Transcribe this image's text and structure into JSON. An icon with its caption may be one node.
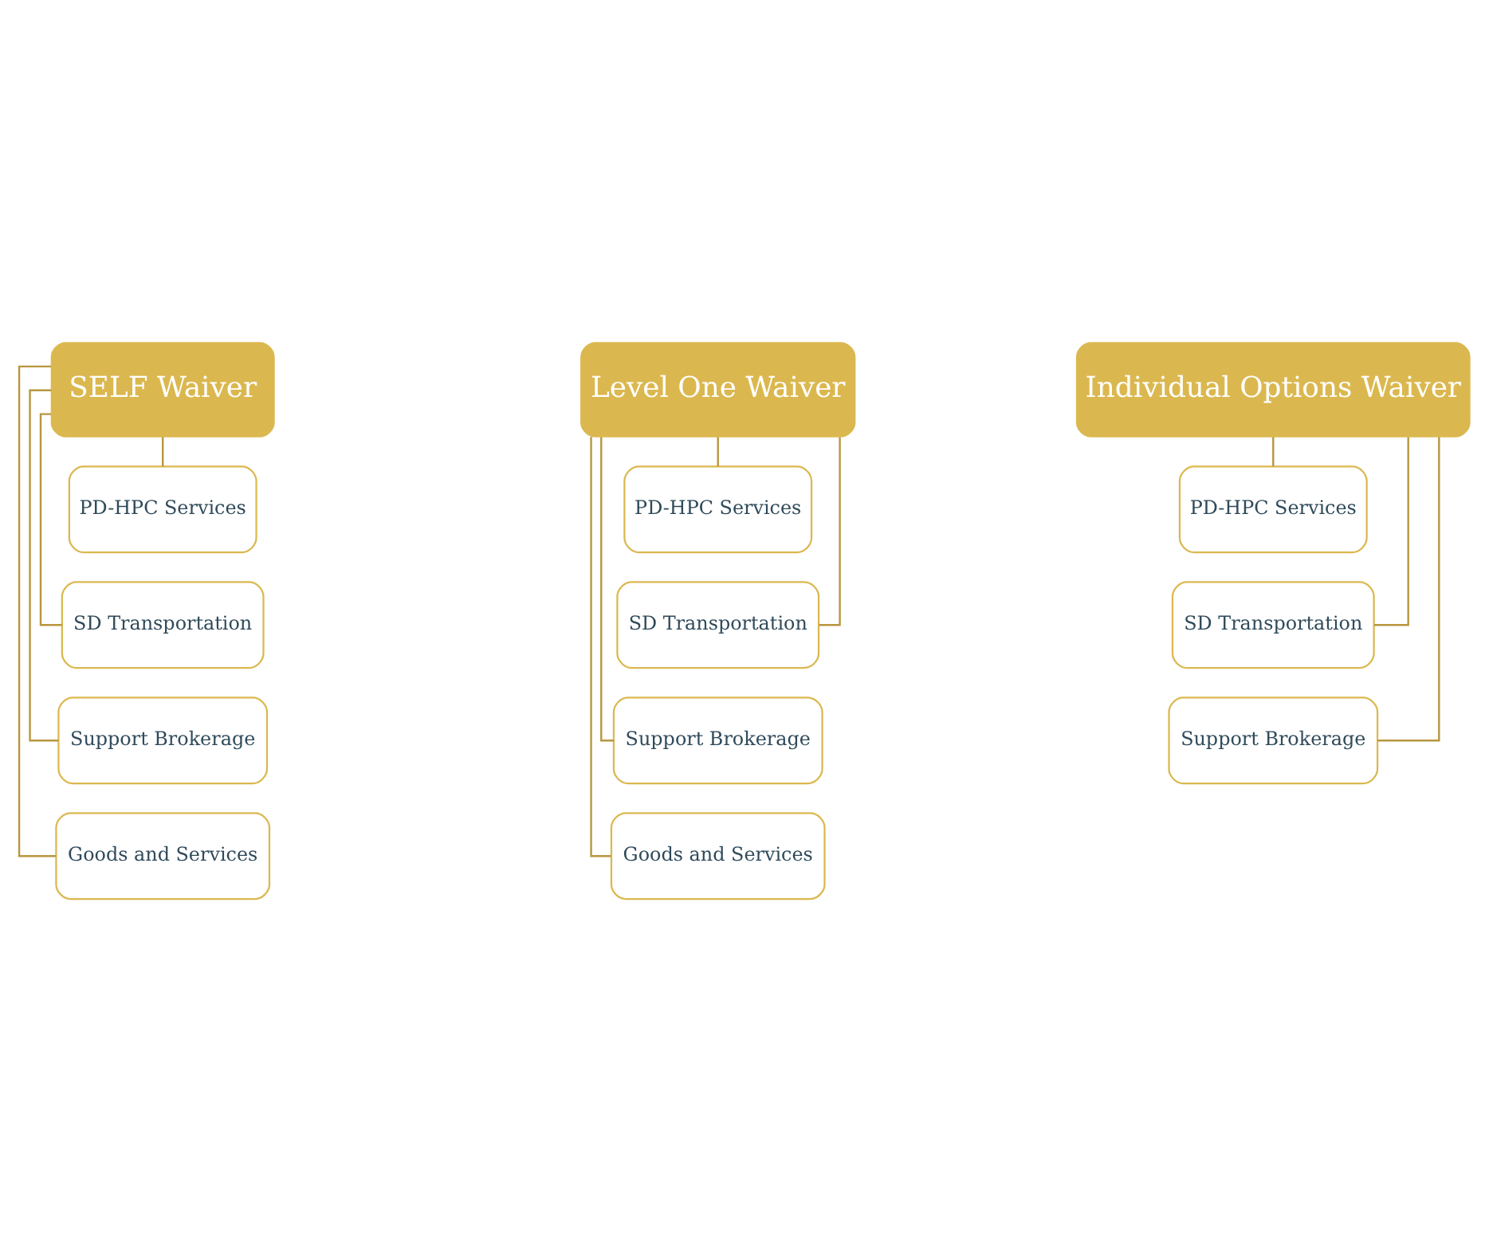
{
  "diagram": {
    "nodes": [
      {
        "text": [
          "SELF Waiver"
        ]
      },
      {
        "text": [
          "PD-HPC Services"
        ]
      },
      {
        "text": [
          "SD Transportation"
        ]
      },
      {
        "text": [
          "Support Brokerage"
        ]
      },
      {
        "text": [
          "Goods and Services"
        ]
      },
      {
        "text": [
          "Level One Waiver"
        ]
      },
      {
        "text": [
          "PD-HPC Services"
        ]
      },
      {
        "text": [
          "SD Transportation"
        ]
      },
      {
        "text": [
          "Support Brokerage"
        ]
      },
      {
        "text": [
          "Goods and Services"
        ]
      },
      {
        "text": [
          "Individual Options Waiver"
        ]
      },
      {
        "text": [
          "PD-HPC Services"
        ]
      },
      {
        "text": [
          "SD Transportation"
        ]
      },
      {
        "text": [
          "Support Brokerage"
        ]
      }
    ],
    "edges": [
      {
        "from": 0,
        "to": 1,
        "arrow": "none"
      },
      {
        "from": 0,
        "to": 2,
        "arrow": "none"
      },
      {
        "from": 0,
        "to": 3,
        "arrow": "none"
      },
      {
        "from": 0,
        "to": 4,
        "arrow": "none"
      },
      {
        "from": 5,
        "to": 6,
        "arrow": "none"
      },
      {
        "from": 5,
        "to": 7,
        "arrow": "none"
      },
      {
        "from": 5,
        "to": 8,
        "arrow": "none"
      },
      {
        "from": 5,
        "to": 9,
        "arrow": "none"
      },
      {
        "from": 10,
        "to": 11,
        "arrow": "none"
      },
      {
        "from": 10,
        "to": 12,
        "arrow": "none"
      },
      {
        "from": 10,
        "to": 13,
        "arrow": "none"
      }
    ]
  }
}
